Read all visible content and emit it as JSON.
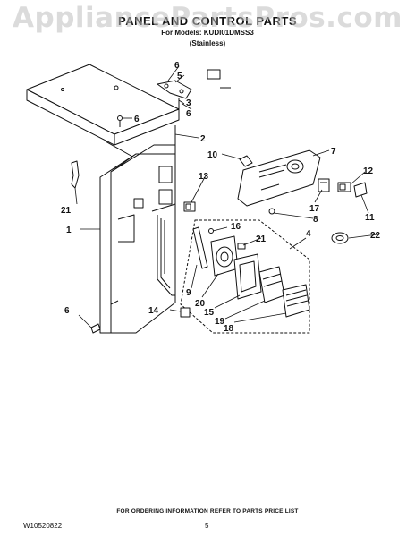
{
  "watermark": "AppliancePartsPros.com",
  "header": {
    "title": "PANEL AND CONTROL PARTS",
    "model_line": "For Models: KUDI01DMSS3",
    "finish": "(Stainless)"
  },
  "callouts": {
    "c1": "1",
    "c2": "2",
    "c3": "3",
    "c4": "4",
    "c5": "5",
    "c6a": "6",
    "c6b": "6",
    "c6c": "6",
    "c6d": "6",
    "c7": "7",
    "c8": "8",
    "c9": "9",
    "c10": "10",
    "c11": "11",
    "c12": "12",
    "c13": "13",
    "c14": "14",
    "c15": "15",
    "c16": "16",
    "c17": "17",
    "c18": "18",
    "c19": "19",
    "c20": "20",
    "c21a": "21",
    "c21b": "21",
    "c22": "22"
  },
  "footer": {
    "note": "FOR ORDERING INFORMATION REFER TO PARTS PRICE LIST",
    "doc_number": "W10520822",
    "page": "5"
  }
}
